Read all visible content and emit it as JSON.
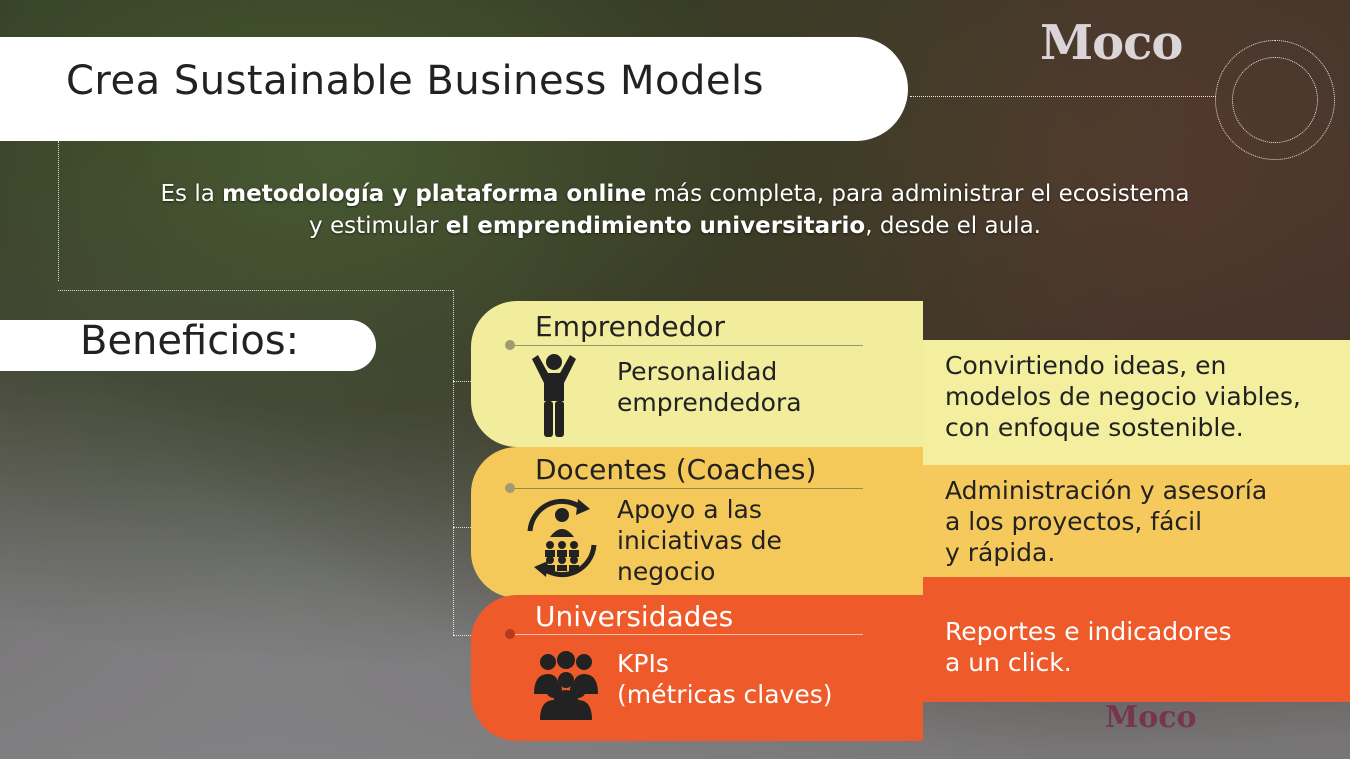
{
  "title": "Crea Sustainable Business Models",
  "intro": {
    "p1": "Es la ",
    "b1": "metodología y plataforma online",
    "p2": " más completa, para administrar el ecosistema",
    "p3": "y estimular ",
    "b2": "el emprendimiento universitario",
    "p4": ", desde el aula."
  },
  "benefits_heading": "Beneficios:",
  "background": {
    "sign_top": "Moco",
    "sign_bottom": "Moco"
  },
  "items": [
    {
      "title": "Emprendedor",
      "desc_line1": "Personalidad",
      "desc_line2": "emprendedora",
      "desc_line3": "",
      "icon": "person-arms-raised-icon",
      "benefit_line1": "Convirtiendo ideas, en",
      "benefit_line2": "modelos de negocio viables,",
      "benefit_line3": "con enfoque sostenible.",
      "color": "#f1ed9d"
    },
    {
      "title": "Docentes (Coaches)",
      "desc_line1": "Apoyo a las",
      "desc_line2": "iniciativas de",
      "desc_line3": "negocio",
      "icon": "coach-group-cycle-icon",
      "benefit_line1": "Administración y asesoría",
      "benefit_line2": "a los proyectos, fácil",
      "benefit_line3": "y rápida.",
      "color": "#f4c95a"
    },
    {
      "title": "Universidades",
      "desc_line1": "KPIs",
      "desc_line2": "(métricas claves)",
      "desc_line3": "",
      "icon": "people-group-icon",
      "benefit_line1": "Reportes e indicadores",
      "benefit_line2": "a un click.",
      "benefit_line3": "",
      "color": "#ef5a2b"
    }
  ]
}
